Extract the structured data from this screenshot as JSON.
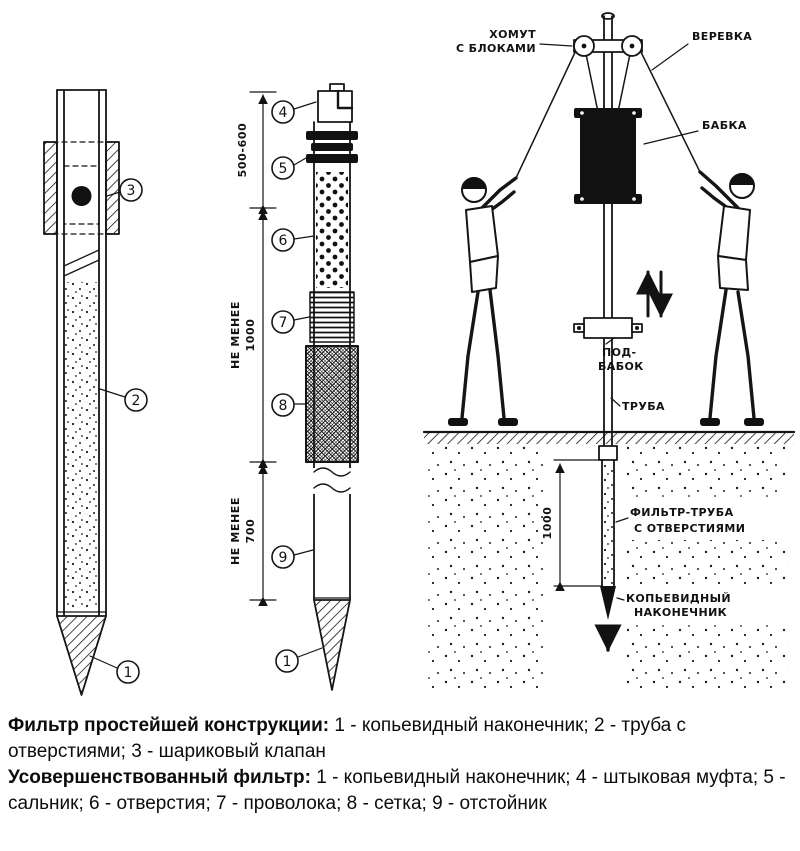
{
  "page": {
    "background": "#ffffff",
    "ink": "#151515"
  },
  "simple_filter": {
    "callout_valve": "3",
    "callout_pipe": "2",
    "callout_tip": "1"
  },
  "improved_filter": {
    "dim_top": "500-600",
    "dim_mid_text": "НЕ МЕНЕЕ",
    "dim_mid_value": "1000",
    "dim_bot_text": "НЕ МЕНЕЕ",
    "dim_bot_value": "700",
    "callout_coupling": "4",
    "callout_gland": "5",
    "callout_holes": "6",
    "callout_wire": "7",
    "callout_mesh": "8",
    "callout_sump": "9",
    "callout_tip": "1"
  },
  "scene": {
    "label_clamp_line1": "ХОМУТ",
    "label_clamp_line2": "С БЛОКАМИ",
    "label_rope": "ВЕРЕВКА",
    "label_hammer": "БАБКА",
    "label_subhammer_line1": "ПОД-",
    "label_subhammer_line2": "БАБОК",
    "label_pipe": "ТРУБА",
    "label_filter_line1": "ФИЛЬТР-ТРУБА",
    "label_filter_line2": "С ОТВЕРСТИЯМИ",
    "label_tip_line1": "КОПЬЕВИДНЫЙ",
    "label_tip_line2": "НАКОНЕЧНИК",
    "dim_depth": "1000"
  },
  "caption": {
    "p1_bold": "Фильтр простейшей конструкции:",
    "p1_text": " 1 - копьевидный наконечник; 2 - труба с отверстиями; 3 - шариковый клапан",
    "p2_bold": "Усовершенствованный фильтр:",
    "p2_text": " 1 - копьевидный наконечник; 4 - штыковая муфта; 5 - сальник; 6 - отверстия; 7 - проволока; 8 - сетка; 9 - отстойник"
  }
}
